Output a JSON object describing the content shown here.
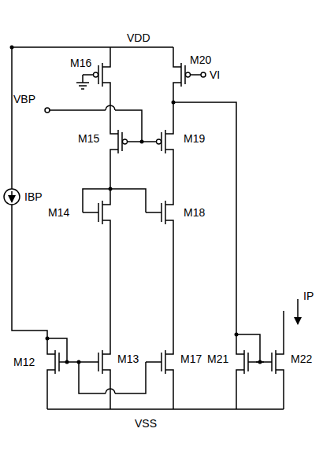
{
  "diagram": {
    "labels": [
      "VDD",
      "M16",
      "M20",
      "VI",
      "M15",
      "M19",
      "VBP",
      "IBP",
      "M14",
      "M18",
      "M13",
      "M17",
      "M12",
      "M21",
      "M22",
      "IP",
      "VSS"
    ]
  }
}
